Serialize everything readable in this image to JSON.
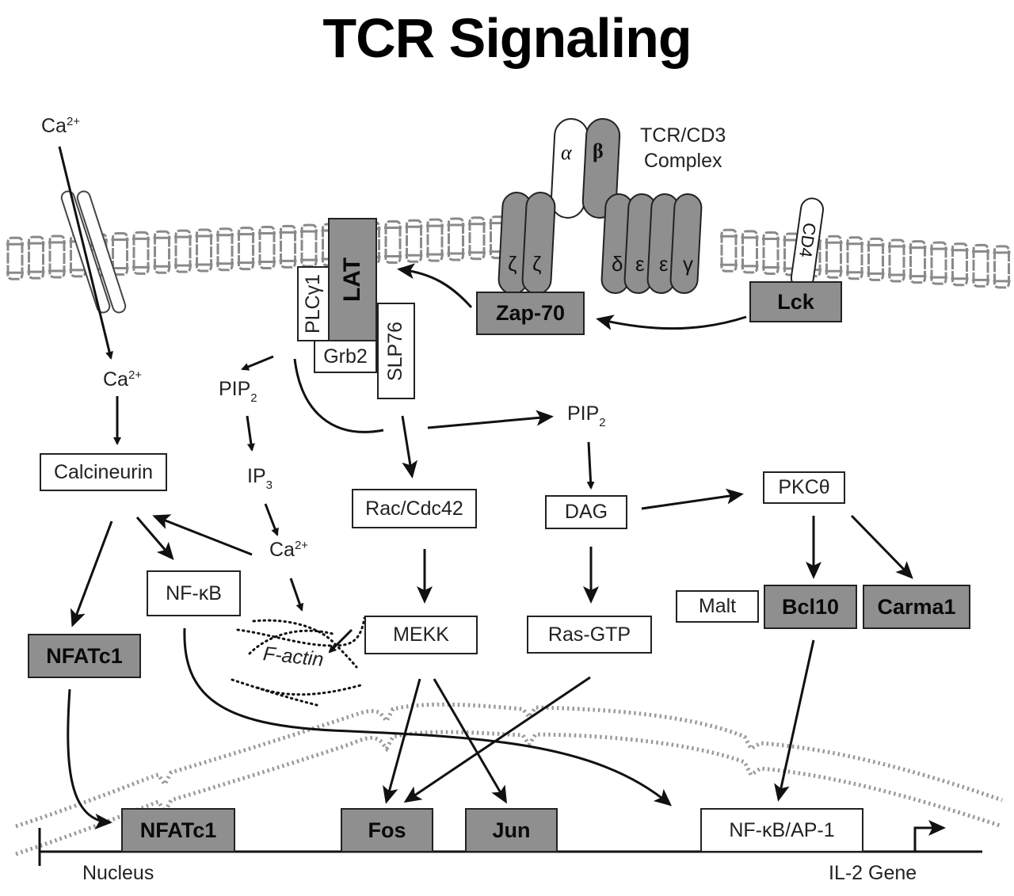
{
  "title": "TCR Signaling",
  "membrane": {
    "tcr_complex_label_line1": "TCR/CD3",
    "tcr_complex_label_line2": "Complex",
    "chains": {
      "alpha": "α",
      "beta": "β",
      "zeta1": "ζ",
      "zeta2": "ζ",
      "delta": "δ",
      "epsilon1": "ε",
      "epsilon2": "ε",
      "gamma": "γ"
    },
    "cd4": "CD4"
  },
  "nodes": {
    "lck": "Lck",
    "zap70": "Zap-70",
    "lat": "LAT",
    "plcg1": "PLCγ1",
    "grb2": "Grb2",
    "slp76": "SLP76",
    "calcineurin": "Calcineurin",
    "nfkb_cyto": "NF-κB",
    "nfatc1_cyto": "NFATc1",
    "rac_cdc42": "Rac/Cdc42",
    "mekk": "MEKK",
    "dag": "DAG",
    "ras_gtp": "Ras-GTP",
    "pkc_theta": "PKCθ",
    "malt": "Malt",
    "bcl10": "Bcl10",
    "carma1": "Carma1",
    "nfatc1_nuc": "NFATc1",
    "fos": "Fos",
    "jun": "Jun",
    "nfkb_ap1": "NF-κB/AP-1"
  },
  "labels": {
    "ca_extracellular": {
      "base": "Ca",
      "sup": "2+"
    },
    "ca_cytosol": {
      "base": "Ca",
      "sup": "2+"
    },
    "ca_ip3": {
      "base": "Ca",
      "sup": "2+"
    },
    "pip2_left": {
      "base": "PIP",
      "sub": "2"
    },
    "ip3": {
      "base": "IP",
      "sub": "3"
    },
    "pip2_right": {
      "base": "PIP",
      "sub": "2"
    },
    "f_actin": "F-actin",
    "nucleus": "Nucleus",
    "il2_gene": "IL-2 Gene"
  },
  "colors": {
    "protein_fill": "#8f8f8f",
    "membrane_stroke": "#8a8a8a",
    "line": "#111111"
  }
}
